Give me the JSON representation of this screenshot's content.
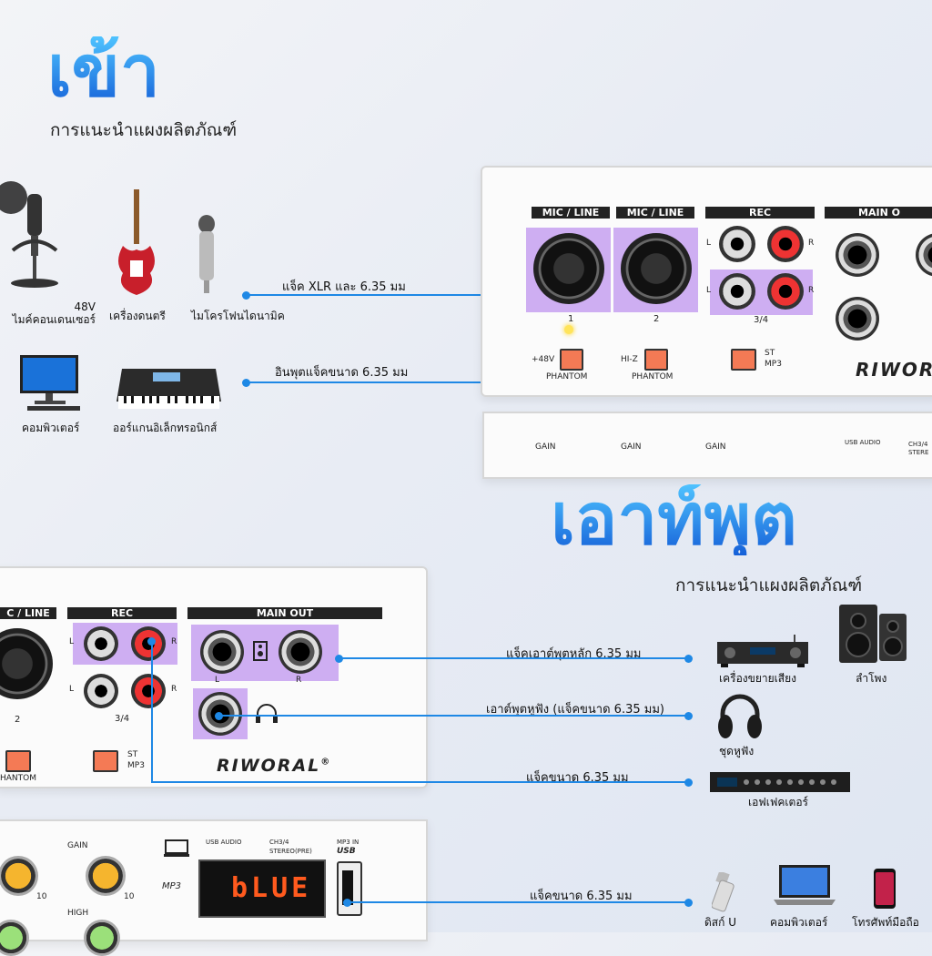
{
  "input": {
    "title": "เข้า",
    "subtitle": "การแนะนำแผงผลิตภัณฑ์",
    "devices": [
      {
        "label": "48V\nไมค์คอนเดนเซอร์"
      },
      {
        "label": "เครื่องดนตรี"
      },
      {
        "label": "ไมโครโฟนไดนามิค"
      },
      {
        "label": "คอมพิวเตอร์"
      },
      {
        "label": "ออร์แกนอิเล็กทรอนิกส์"
      }
    ],
    "lines": [
      "แจ็ค XLR และ 6.35 มม",
      "อินพุตแจ็คขนาด 6.35 มม"
    ]
  },
  "output": {
    "title": "เอาท์พุต",
    "subtitle": "การแนะนำแผงผลิตภัณฑ์",
    "lines": [
      "แจ็คเอาต์พุตหลัก 6.35 มม",
      "เอาต์พุตหูฟัง (แจ็คขนาด 6.35 มม)",
      "แจ็คขนาด 6.35 มม",
      "แจ็คขนาด 6.35 มม"
    ],
    "devices": [
      {
        "label": "เครื่องขยายเสียง"
      },
      {
        "label": "ลำโพง"
      },
      {
        "label": "ชุดหูฟัง"
      },
      {
        "label": "เอฟเฟคเตอร์"
      },
      {
        "label": "ดิสก์ U"
      },
      {
        "label": "คอมพิวเตอร์"
      },
      {
        "label": "โทรศัพท์มือถือ"
      }
    ]
  },
  "mixer": {
    "brand": "RIWORAL",
    "registered": "®",
    "mic_line": "MIC / LINE",
    "mic_line_short": "C / LINE",
    "rec": "REC",
    "main_out": "MAIN OUT",
    "main_out_short": "MAIN O",
    "ch1": "1",
    "ch2": "2",
    "ch34": "3/4",
    "l": "L",
    "r": "R",
    "p48": "+48V",
    "hiz": "HI-Z",
    "phantom": "PHANTOM",
    "phantom_short": "HANTOM",
    "st": "ST",
    "mp3": "MP3",
    "mp3_short": "MP3",
    "gain": "GAIN",
    "high": "HIGH",
    "usb_audio": "USB AUDIO",
    "ch34_label": "CH3/4",
    "stereo_pre": "STEREO(PRE)",
    "stereo_short": "STERE",
    "mp3_in": "MP3 IN",
    "usb": "USB",
    "display": "bLUE",
    "ten": "10",
    "mp3_logo": "MP3"
  },
  "colors": {
    "accent": "#1e88e5",
    "highlight": "#9650e6",
    "button": "#f47a55"
  }
}
